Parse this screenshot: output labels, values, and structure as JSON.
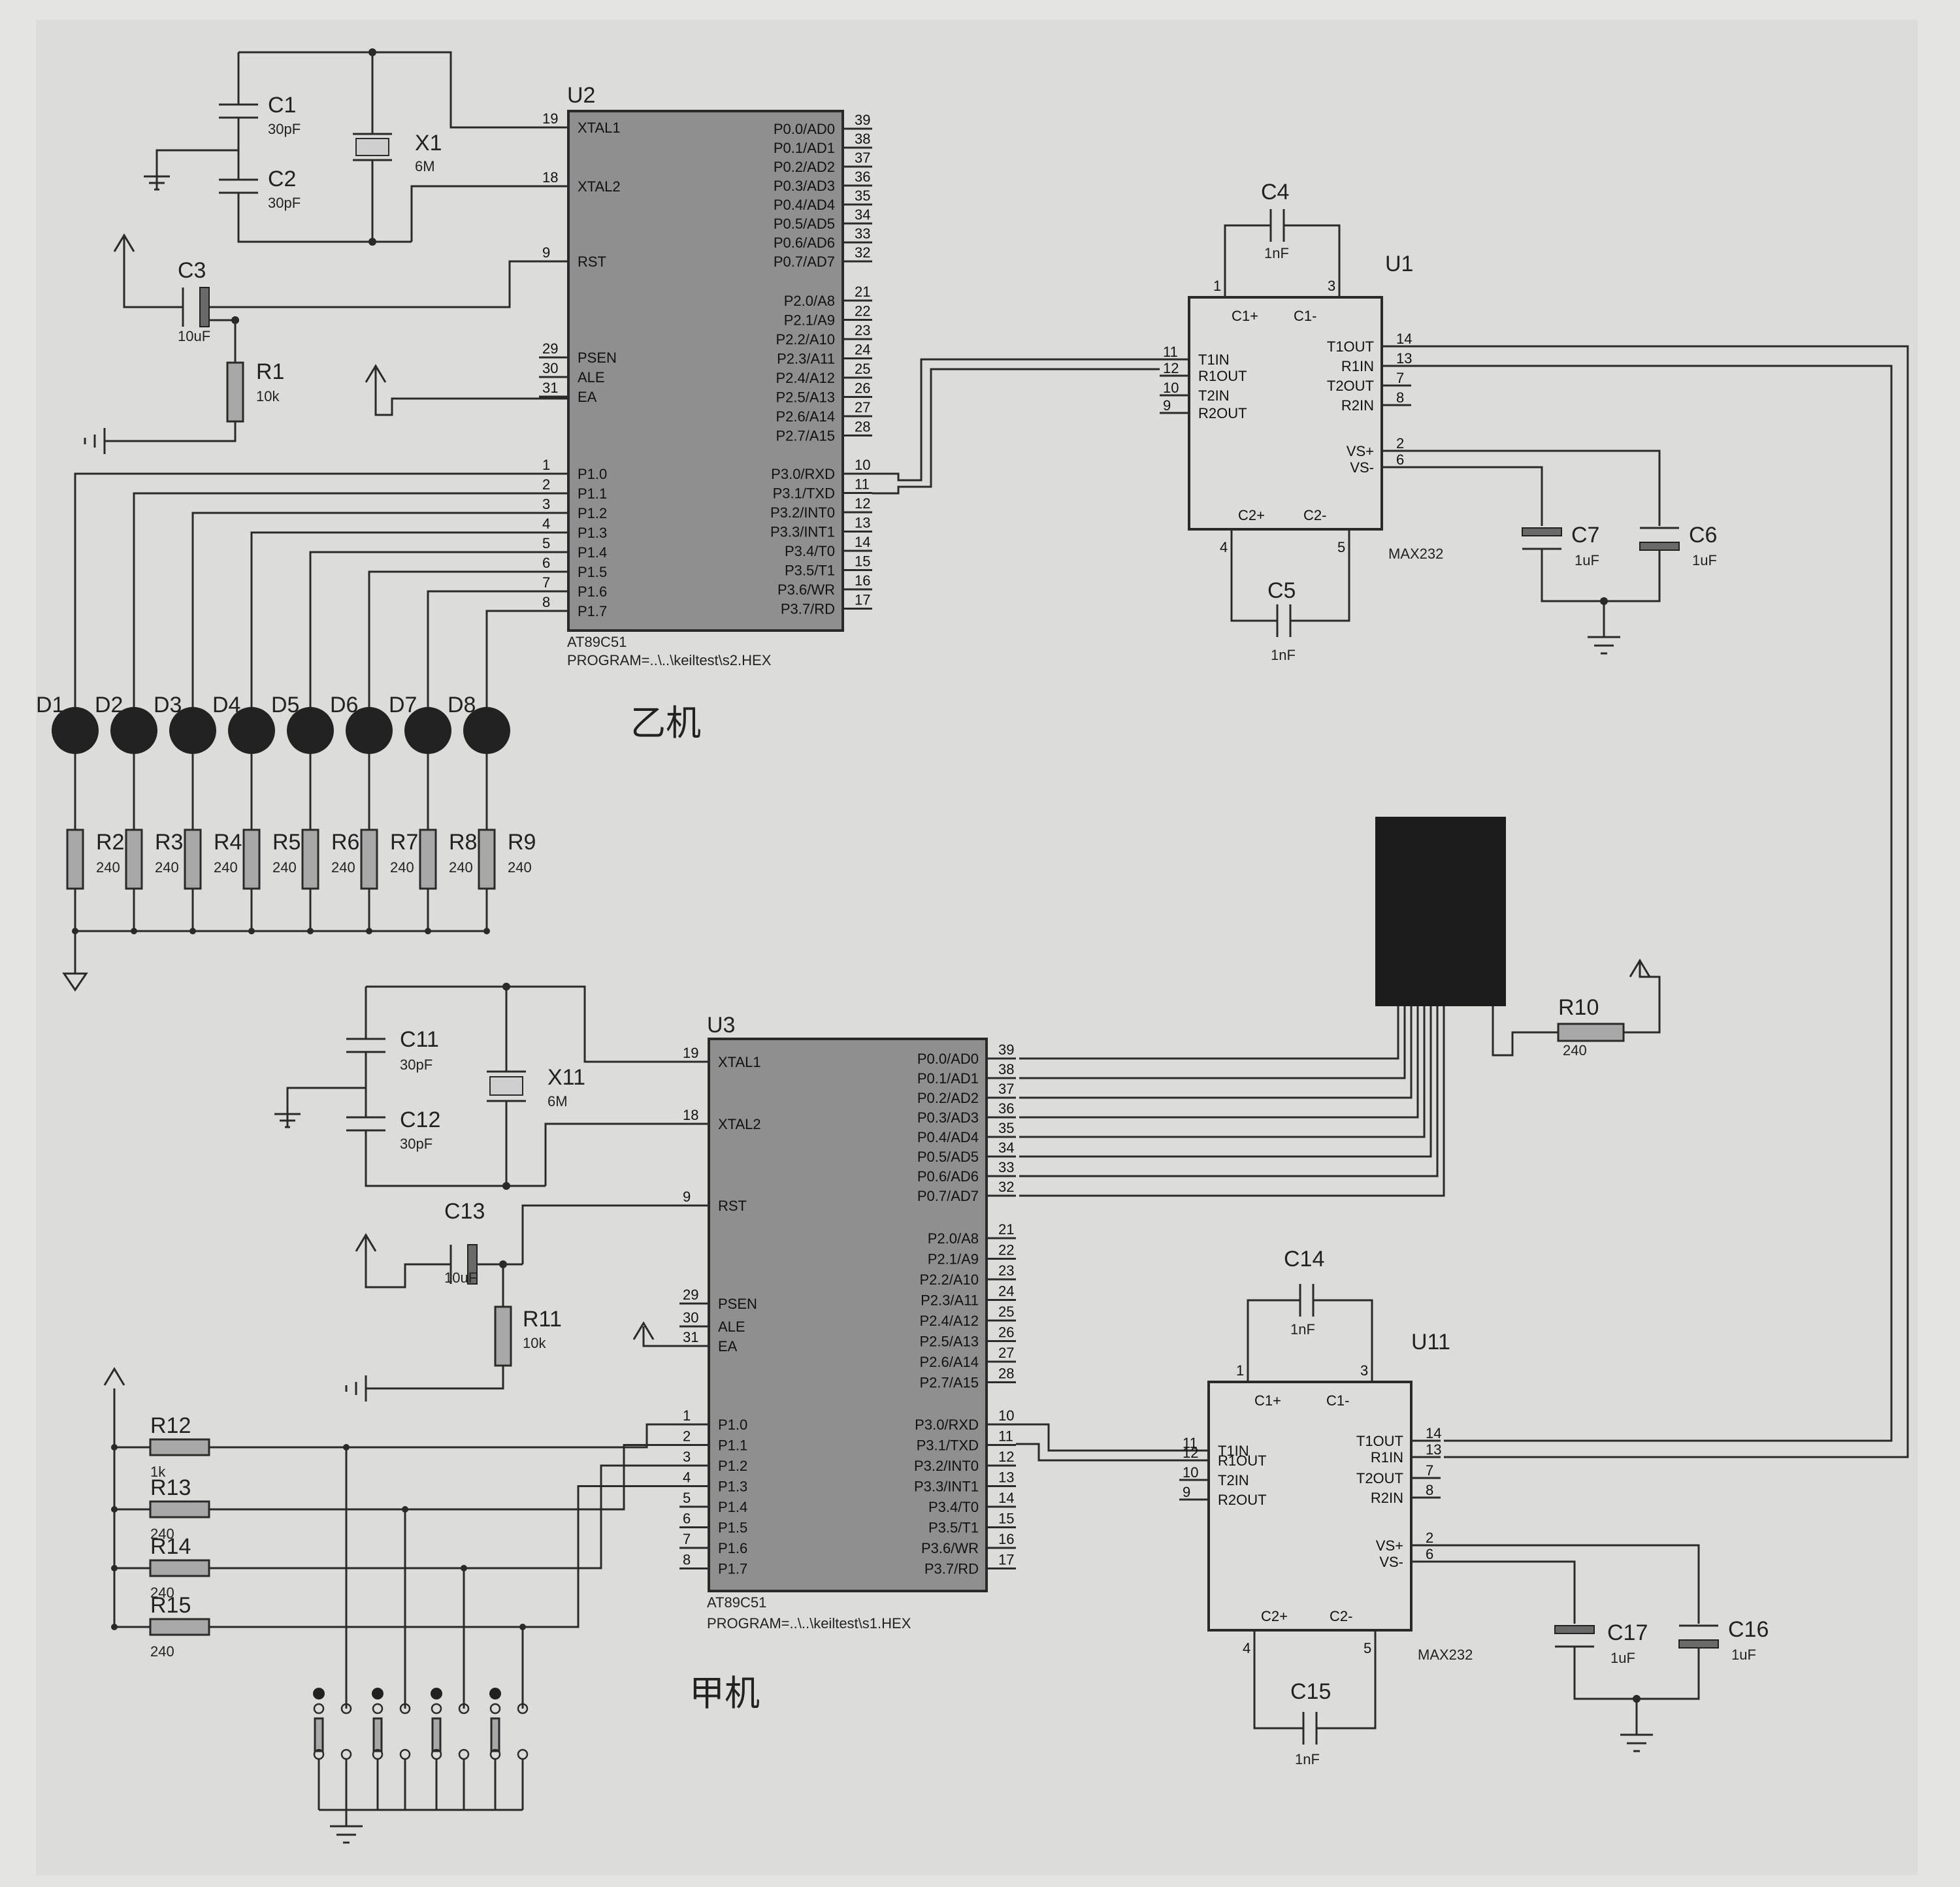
{
  "machines": {
    "upper": "乙机",
    "lower": "甲机"
  },
  "mcu_pins": {
    "left": [
      {
        "num": "19",
        "name": "XTAL1"
      },
      {
        "num": "18",
        "name": "XTAL2"
      },
      {
        "num": "9",
        "name": "RST"
      },
      {
        "num": "29",
        "name": "PSEN"
      },
      {
        "num": "30",
        "name": "ALE"
      },
      {
        "num": "31",
        "name": "EA"
      },
      {
        "num": "1",
        "name": "P1.0"
      },
      {
        "num": "2",
        "name": "P1.1"
      },
      {
        "num": "3",
        "name": "P1.2"
      },
      {
        "num": "4",
        "name": "P1.3"
      },
      {
        "num": "5",
        "name": "P1.4"
      },
      {
        "num": "6",
        "name": "P1.5"
      },
      {
        "num": "7",
        "name": "P1.6"
      },
      {
        "num": "8",
        "name": "P1.7"
      }
    ],
    "right": [
      {
        "num": "39",
        "name": "P0.0/AD0"
      },
      {
        "num": "38",
        "name": "P0.1/AD1"
      },
      {
        "num": "37",
        "name": "P0.2/AD2"
      },
      {
        "num": "36",
        "name": "P0.3/AD3"
      },
      {
        "num": "35",
        "name": "P0.4/AD4"
      },
      {
        "num": "34",
        "name": "P0.5/AD5"
      },
      {
        "num": "33",
        "name": "P0.6/AD6"
      },
      {
        "num": "32",
        "name": "P0.7/AD7"
      },
      {
        "num": "21",
        "name": "P2.0/A8"
      },
      {
        "num": "22",
        "name": "P2.1/A9"
      },
      {
        "num": "23",
        "name": "P2.2/A10"
      },
      {
        "num": "24",
        "name": "P2.3/A11"
      },
      {
        "num": "25",
        "name": "P2.4/A12"
      },
      {
        "num": "26",
        "name": "P2.5/A13"
      },
      {
        "num": "27",
        "name": "P2.6/A14"
      },
      {
        "num": "28",
        "name": "P2.7/A15"
      },
      {
        "num": "10",
        "name": "P3.0/RXD"
      },
      {
        "num": "11",
        "name": "P3.1/TXD"
      },
      {
        "num": "12",
        "name": "P3.2/INT0"
      },
      {
        "num": "13",
        "name": "P3.3/INT1"
      },
      {
        "num": "14",
        "name": "P3.4/T0"
      },
      {
        "num": "15",
        "name": "P3.5/T1"
      },
      {
        "num": "16",
        "name": "P3.6/WR"
      },
      {
        "num": "17",
        "name": "P3.7/RD"
      }
    ]
  },
  "max_pins": {
    "left": [
      {
        "num": "11",
        "name": "T1IN"
      },
      {
        "num": "12",
        "name": "R1OUT"
      },
      {
        "num": "10",
        "name": "T2IN"
      },
      {
        "num": "9",
        "name": "R2OUT"
      }
    ],
    "right": [
      {
        "num": "14",
        "name": "T1OUT"
      },
      {
        "num": "13",
        "name": "R1IN"
      },
      {
        "num": "7",
        "name": "T2OUT"
      },
      {
        "num": "8",
        "name": "R2IN"
      },
      {
        "num": "2",
        "name": "VS+"
      },
      {
        "num": "6",
        "name": "VS-"
      }
    ],
    "top": [
      {
        "num": "1",
        "name": "C1+"
      },
      {
        "num": "3",
        "name": "C1-"
      }
    ],
    "bottom": [
      {
        "num": "4",
        "name": "C2+"
      },
      {
        "num": "5",
        "name": "C2-"
      }
    ]
  },
  "u2": {
    "ref": "U2",
    "part": "AT89C51",
    "program": "PROGRAM=..\\..\\keiltest\\s2.HEX"
  },
  "u3": {
    "ref": "U3",
    "part": "AT89C51",
    "program": "PROGRAM=..\\..\\keiltest\\s1.HEX"
  },
  "u1": {
    "ref": "U1",
    "part": "MAX232"
  },
  "u11": {
    "ref": "U11",
    "part": "MAX232"
  },
  "upper_parts": {
    "c1": {
      "ref": "C1",
      "val": "30pF"
    },
    "c2": {
      "ref": "C2",
      "val": "30pF"
    },
    "x1": {
      "ref": "X1",
      "val": "6M"
    },
    "c3": {
      "ref": "C3",
      "val": "10uF"
    },
    "r1": {
      "ref": "R1",
      "val": "10k"
    },
    "c4": {
      "ref": "C4",
      "val": "1nF"
    },
    "c5": {
      "ref": "C5",
      "val": "1nF"
    },
    "c6": {
      "ref": "C6",
      "val": "1uF"
    },
    "c7": {
      "ref": "C7",
      "val": "1uF"
    }
  },
  "leds": [
    "D1",
    "D2",
    "D3",
    "D4",
    "D5",
    "D6",
    "D7",
    "D8"
  ],
  "led_resistors": [
    {
      "ref": "R2",
      "val": "240"
    },
    {
      "ref": "R3",
      "val": "240"
    },
    {
      "ref": "R4",
      "val": "240"
    },
    {
      "ref": "R5",
      "val": "240"
    },
    {
      "ref": "R6",
      "val": "240"
    },
    {
      "ref": "R7",
      "val": "240"
    },
    {
      "ref": "R8",
      "val": "240"
    },
    {
      "ref": "R9",
      "val": "240"
    }
  ],
  "lower_parts": {
    "c11": {
      "ref": "C11",
      "val": "30pF"
    },
    "c12": {
      "ref": "C12",
      "val": "30pF"
    },
    "x11": {
      "ref": "X11",
      "val": "6M"
    },
    "c13": {
      "ref": "C13",
      "val": "10uF"
    },
    "r11": {
      "ref": "R11",
      "val": "10k"
    },
    "r10": {
      "ref": "R10",
      "val": "240"
    },
    "c14": {
      "ref": "C14",
      "val": "1nF"
    },
    "c15": {
      "ref": "C15",
      "val": "1nF"
    },
    "c16": {
      "ref": "C16",
      "val": "1uF"
    },
    "c17": {
      "ref": "C17",
      "val": "1uF"
    }
  },
  "key_resistors": [
    {
      "ref": "R12",
      "val": "1k"
    },
    {
      "ref": "R13",
      "val": "240"
    },
    {
      "ref": "R14",
      "val": "240"
    },
    {
      "ref": "R15",
      "val": "240"
    }
  ]
}
